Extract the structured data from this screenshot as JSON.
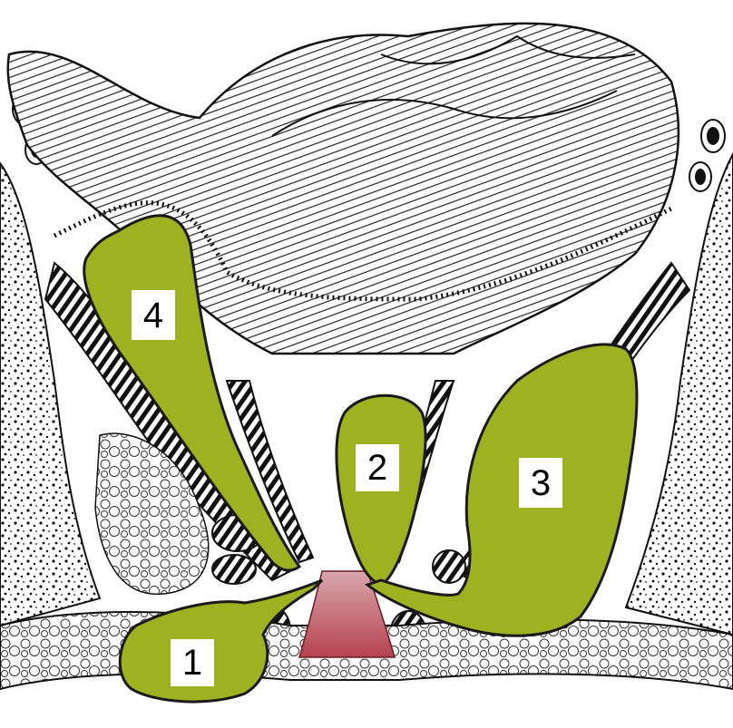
{
  "diagram": {
    "colors": {
      "space_fill": "#9cb221",
      "space_outline": "#1a1a1a",
      "anal_canal": "#b5424f",
      "ink": "#1a1a1a",
      "label_bg": "#ffffff"
    },
    "labels": [
      {
        "id": "space-1",
        "text": "1"
      },
      {
        "id": "space-2",
        "text": "2"
      },
      {
        "id": "space-3",
        "text": "3"
      },
      {
        "id": "space-4",
        "text": "4"
      }
    ]
  }
}
